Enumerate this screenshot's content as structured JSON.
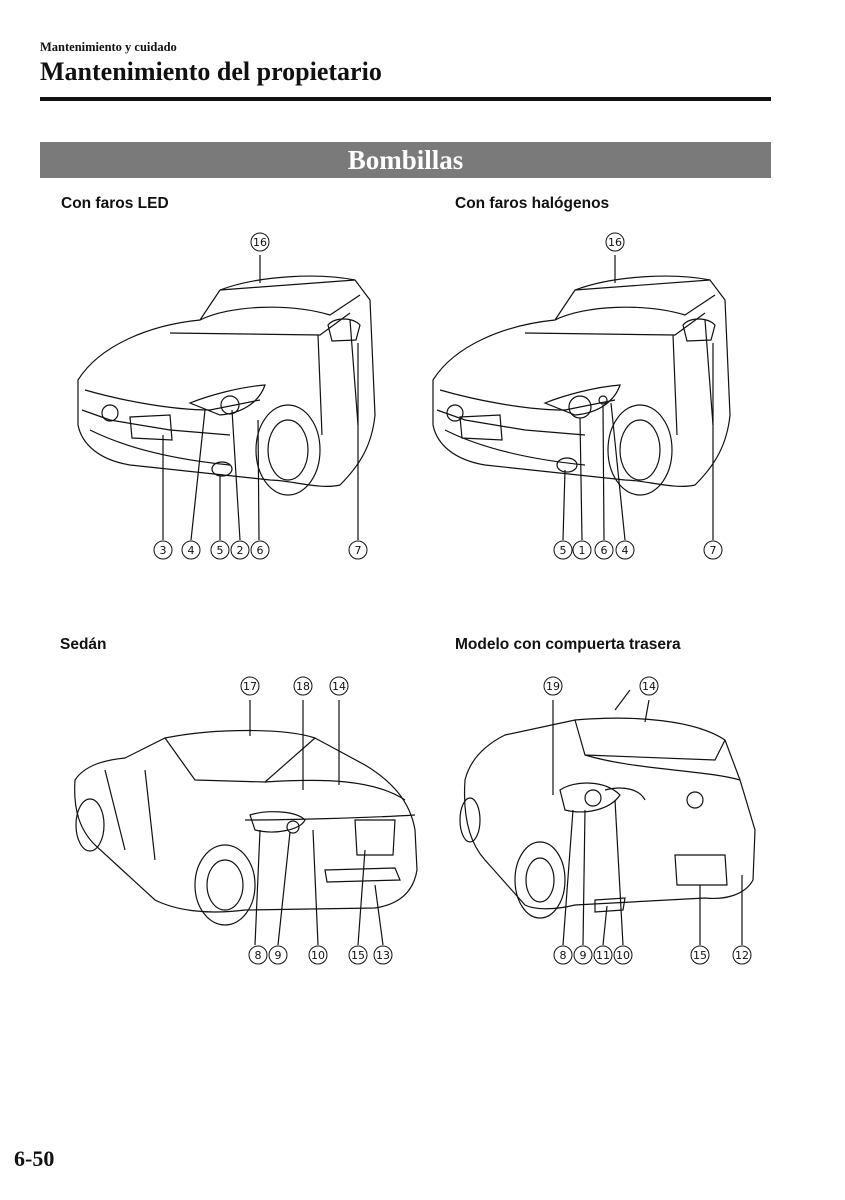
{
  "header": {
    "section": "Mantenimiento y cuidado",
    "title": "Mantenimiento del propietario"
  },
  "banner": "Bombillas",
  "figures": {
    "led": {
      "label": "Con faros LED",
      "top_callout": "16",
      "bottom_callouts": [
        "3",
        "4",
        "5",
        "2",
        "6",
        "7"
      ]
    },
    "halogen": {
      "label": "Con faros halógenos",
      "top_callout": "16",
      "bottom_callouts": [
        "5",
        "1",
        "6",
        "4",
        "7"
      ]
    },
    "sedan": {
      "label": "Sedán",
      "top_callouts": [
        "17",
        "18",
        "14"
      ],
      "bottom_callouts": [
        "8",
        "9",
        "10",
        "15",
        "13"
      ]
    },
    "hatch": {
      "label": "Modelo con compuerta trasera",
      "top_callouts": [
        "19",
        "14"
      ],
      "bottom_callouts": [
        "8",
        "9",
        "11",
        "10",
        "15",
        "12"
      ]
    }
  },
  "page_number": "6-50"
}
